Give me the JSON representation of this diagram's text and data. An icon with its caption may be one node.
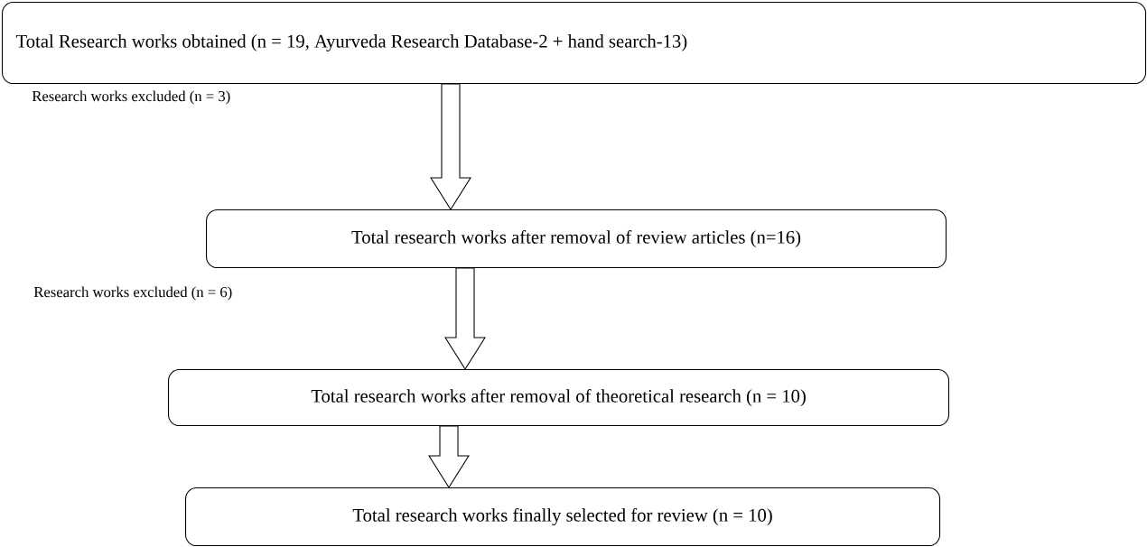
{
  "diagram": {
    "nodes": [
      {
        "text": [
          "Total Research works obtained (n = 19, Ayurveda Research Database-2 + hand search-13)"
        ]
      },
      {
        "text": [
          "Total research works after removal of review articles (n=16)"
        ]
      },
      {
        "text": [
          "Total research works after removal of theoretical research (n = 10)"
        ]
      },
      {
        "text": [
          "Total research works finally selected for review (n = 10)"
        ]
      }
    ],
    "edges": [
      {
        "from": 0,
        "to": 1,
        "arrow": "to"
      },
      {
        "from": 1,
        "to": 2,
        "arrow": "to"
      },
      {
        "from": 2,
        "to": 3,
        "arrow": "to"
      }
    ],
    "labels": [
      "Research works excluded (n = 3)",
      "Research works excluded (n = 6)"
    ]
  }
}
